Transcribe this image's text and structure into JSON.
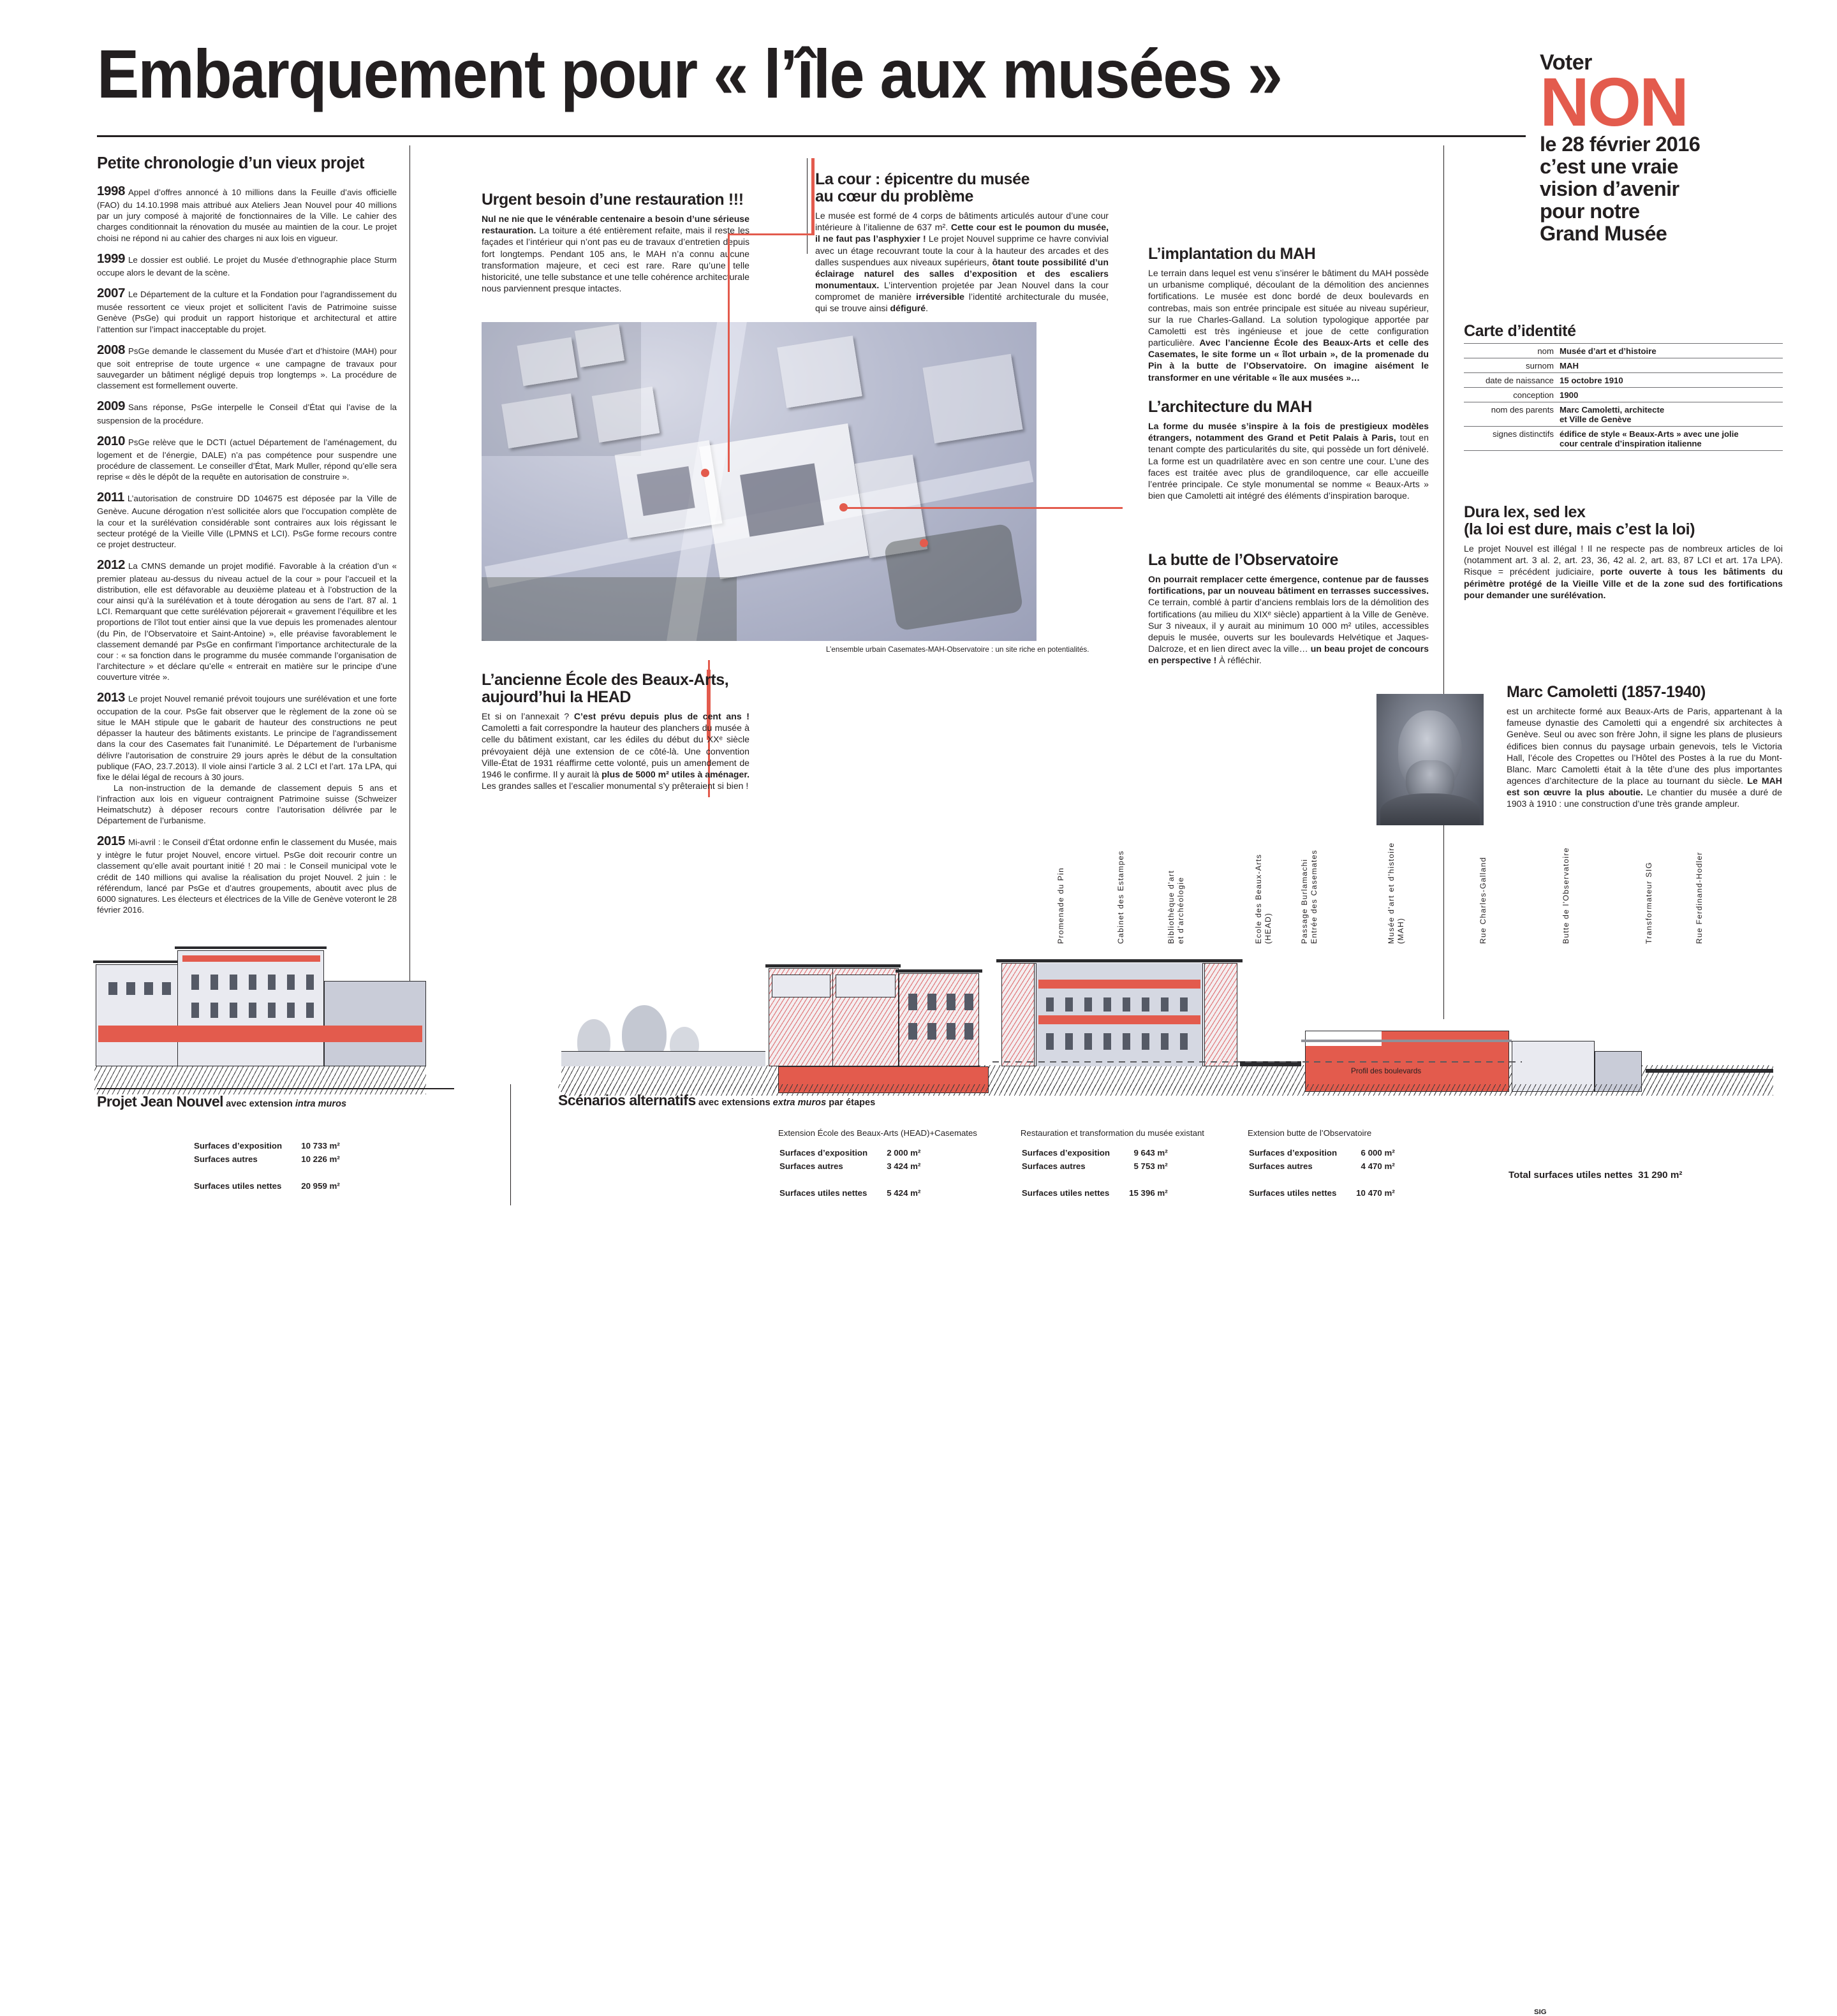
{
  "header": {
    "title": "Embarquement pour « l’île aux musées »",
    "vote_verb": "Voter",
    "vote_answer": "NON",
    "vote_tagline": "le 28 février 2016\nc’est une vraie\nvision d’avenir\npour notre\nGrand Musée",
    "accent_color": "#e35b4d"
  },
  "chronology": {
    "title": "Petite chronologie d’un vieux projet",
    "entries": [
      {
        "year": "1998",
        "text": "Appel d’offres annoncé à 10 millions dans la Feuille d’avis officielle (FAO) du 14.10.1998 mais attribué aux Ateliers Jean Nouvel pour 40 millions par un jury composé à majorité de fonctionnaires de la Ville. Le cahier des charges conditionnait la rénovation du musée au maintien de la cour. Le projet choisi ne répond ni au cahier des charges ni aux lois en vigueur."
      },
      {
        "year": "1999",
        "text": "Le dossier est oublié. Le projet du Musée d’ethnographie place Sturm occupe alors le devant de la scène."
      },
      {
        "year": "2007",
        "text": "Le Département de la culture et la Fondation pour l’agrandissement du musée ressortent ce vieux projet et sollicitent l’avis de Patrimoine suisse Genève (PsGe) qui produit un rapport historique et architectural et attire l’attention sur l’impact inacceptable du projet."
      },
      {
        "year": "2008",
        "text": "PsGe demande le classement du Musée d’art et d’histoire (MAH) pour que soit entreprise de toute urgence « une campagne de travaux pour sauvegarder un bâtiment négligé depuis trop longtemps ». La procédure de classement est formellement ouverte."
      },
      {
        "year": "2009",
        "text": "Sans réponse, PsGe interpelle le Conseil d’État qui l’avise de la suspension de la procédure."
      },
      {
        "year": "2010",
        "text": "PsGe relève que le DCTI (actuel Département de l’aménagement, du logement et de l’énergie, DALE) n’a pas compétence pour suspendre une procédure de classement. Le conseiller d’État, Mark Muller, répond qu’elle sera reprise « dès le dépôt de la requête en autorisation de construire »."
      },
      {
        "year": "2011",
        "text": "L’autorisation de construire DD 104675 est déposée par la Ville de Genève. Aucune dérogation n’est sollicitée alors que l’occupation complète de la cour et la surélévation considérable sont contraires aux lois régissant le secteur protégé de la Vieille Ville (LPMNS et LCI). PsGe forme recours contre ce projet destructeur."
      },
      {
        "year": "2012",
        "text": "La CMNS demande un projet modifié. Favorable à la création d’un « premier plateau au-dessus du niveau actuel de la cour » pour l’accueil et la distribution, elle est défavorable au deuxième plateau et à l’obstruction de la cour ainsi qu’à la surélévation et à toute dérogation au sens de l’art. 87 al. 1 LCI. Remarquant que cette surélévation péjorerait « gravement l’équilibre et les proportions de l’îlot tout entier ainsi que la vue depuis les promenades alentour (du Pin, de l’Observatoire et Saint-Antoine) », elle préavise favorablement le classement demandé par PsGe en confirmant l’importance architecturale de la cour : « sa fonction dans le programme du musée commande l’organisation de l’architecture » et déclare qu’elle « entrerait en matière sur le principe d’une couverture vitrée »."
      },
      {
        "year": "2013",
        "text": "Le projet Nouvel remanié prévoit toujours une surélévation et une forte occupation de la cour. PsGe fait observer que le règlement de la zone où se situe le MAH stipule que le gabarit de hauteur des constructions ne peut dépasser la hauteur des bâtiments existants. Le principe de l’agrandissement dans la cour des Casemates fait l’unanimité. Le Département de l’urbanisme délivre l’autorisation de construire 29 jours après le début de la consultation publique (FAO, 23.7.2013). Il viole ainsi l’article 3 al. 2 LCI et l’art. 17a LPA, qui fixe le délai légal de recours à 30 jours.",
        "text2": "La non-instruction de la demande de classement depuis 5 ans et l’infraction aux lois en vigueur contraignent Patrimoine suisse (Schweizer Heimatschutz) à déposer recours contre l’autorisation délivrée par le Département de l’urbanisme."
      },
      {
        "year": "2015",
        "text": "Mi-avril : le Conseil d’État ordonne enfin le classement du Musée, mais y intègre le futur projet Nouvel, encore virtuel. PsGe doit recourir contre un classement qu’elle avait pourtant initié ! 20 mai : le Conseil municipal vote le crédit de 140 millions qui avalise la réalisation du projet Nouvel. 2 juin : le référendum, lancé par PsGe et d’autres groupements, aboutit avec plus de 6000 signatures. Les électeurs et électrices de la Ville de Genève voteront le 28 février 2016."
      }
    ]
  },
  "sections": {
    "restauration": {
      "title": "Urgent besoin d’une restauration !!!",
      "lead": "Nul ne nie que le vénérable centenaire a besoin d’une sérieuse restauration.",
      "body": " La toiture a été entièrement refaite, mais il reste les façades et l’intérieur qui n’ont pas eu de travaux d’entretien depuis fort longtemps. Pendant 105 ans, le MAH n’a connu aucune transformation majeure, et ceci est rare. Rare qu’une telle historicité, une telle substance et une telle cohérence architecturale nous parviennent presque intactes."
    },
    "cour": {
      "title": "La cour : épicentre du musée\nau cœur du problème",
      "p1": "Le musée est formé de 4 corps de bâtiments articulés autour d’une cour intérieure à l’italienne de 637 m². ",
      "b1": "Cette cour est le poumon du musée, il ne faut pas l’asphyxier !",
      "p2": " Le projet Nouvel supprime ce havre convivial avec un étage recouvrant toute la cour à la hauteur des arcades et des dalles suspendues aux niveaux supérieurs, ",
      "b2": "ôtant toute possibilité d’un éclairage naturel des salles d’exposition et des escaliers monumentaux.",
      "p3": " L’intervention projetée par Jean Nouvel dans la cour compromet de manière ",
      "b3": "irréversible",
      "p4": " l’identité architecturale du musée, qui se trouve ainsi ",
      "b4": "défiguré",
      "p5": "."
    },
    "photo_caption": "L’ensemble urbain Casemates-MAH-Observatoire : un site riche en potentialités.",
    "head": {
      "title": "L’ancienne École des Beaux-Arts,\naujourd’hui la HEAD",
      "p1": "Et si on l’annexait ? ",
      "b1": "C’est prévu depuis plus de cent ans !",
      "p2": " Camoletti a fait correspondre la hauteur des planchers du musée à celle du bâtiment existant, car les édiles du début du XXᵉ siècle prévoyaient déjà une extension de ce côté-là. Une convention Ville-État de 1931 réaffirme cette volonté, puis un amendement de 1946 le confirme. Il y aurait là ",
      "b2": "plus de 5000 m² utiles à aménager.",
      "p3": " Les grandes salles et l’escalier monumental s’y prêteraient si bien !"
    },
    "implantation": {
      "title": "L’implantation du MAH",
      "p1": "Le terrain dans lequel est venu s’insérer le bâtiment du MAH possède un urbanisme compliqué, découlant de la démolition des anciennes fortifications. Le musée est donc bordé de deux boulevards en contrebas, mais son entrée principale est située au niveau supérieur, sur la rue Charles-Galland. La solution typologique apportée par Camoletti est très ingénieuse et joue de cette configuration particulière. ",
      "b1": "Avec l’ancienne École des Beaux-Arts et celle des Casemates, le site forme un « îlot urbain », de la promenade du Pin à la butte de l’Observatoire. On imagine aisément le transformer en une véritable « île aux musées »…"
    },
    "architecture": {
      "title": "L’architecture du MAH",
      "b1": "La forme du musée s’inspire à la fois de prestigieux modèles étrangers, notamment des Grand et Petit Palais à Paris,",
      "p1": " tout en tenant compte des particularités du site, qui possède un fort dénivelé. La forme est un quadrilatère avec en son centre une cour. L’une des faces est traitée avec plus de grandiloquence, car elle accueille l’entrée principale. Ce style monumental se nomme « Beaux-Arts » bien que Camoletti ait intégré des éléments d’inspiration baroque."
    },
    "butte": {
      "title": "La butte de l’Observatoire",
      "b1": "On pourrait remplacer cette émergence, contenue par de fausses fortifications, par un nouveau bâtiment en terrasses successives.",
      "p1": " Ce terrain, comblé à partir d’anciens remblais lors de la démolition des fortifications (au milieu du XIXᵉ siècle) appartient à la Ville de Genève. Sur 3 niveaux, il y aurait au minimum 10 000 m² utiles, accessibles depuis le musée, ouverts sur les boulevards Helvétique et Jaques-Dalcroze, et en lien direct avec la ville… ",
      "b2": "un beau projet de concours en perspective !",
      "p2": " À réfléchir."
    },
    "dura": {
      "title": "Dura lex, sed lex\n(la loi est dure, mais c’est la loi)",
      "p1": "Le projet Nouvel est illégal ! Il ne respecte pas de nombreux articles de loi (notamment art. 3 al. 2, art. 23, 36, 42 al. 2, art. 83, 87 LCI et art. 17a LPA). Risque = précédent judiciaire, ",
      "b1": "porte ouverte à tous les bâtiments du périmètre protégé de la Vieille Ville et de la zone sud des fortifications pour demander une surélévation."
    },
    "camoletti": {
      "title": "Marc Camoletti (1857-1940)",
      "p1": "est un architecte formé aux Beaux-Arts de Paris, appartenant à la fameuse dynastie des Camoletti qui a engendré six architectes à Genève. Seul ou avec son frère John, il signe les plans de plusieurs édifices bien connus du paysage urbain genevois, tels le Victoria Hall, l’école des Cropettes ou l’Hôtel des Postes à la rue du Mont-Blanc. Marc Camoletti était à la tête d’une des plus importantes agences d’architecture de la place au tournant du siècle. ",
      "b1": "Le MAH est son œuvre la plus aboutie.",
      "p2": " Le chantier du musée a duré de 1903 à 1910 : une construction d’une très grande ampleur."
    }
  },
  "carte_identite": {
    "title": "Carte d’identité",
    "rows": [
      {
        "key": "nom",
        "value": "Musée d’art et d’histoire"
      },
      {
        "key": "surnom",
        "value": "MAH"
      },
      {
        "key": "date de naissance",
        "value": "15 octobre 1910"
      },
      {
        "key": "conception",
        "value": "1900"
      },
      {
        "key": "nom des parents",
        "value": "Marc Camoletti, architecte\net Ville de Genève"
      },
      {
        "key": "signes distinctifs",
        "value": "édifice de style « Beaux-Arts » avec une jolie\ncour centrale d’inspiration italienne"
      }
    ]
  },
  "section_labels": [
    "Promenade du Pin",
    "Cabinet des Estampes",
    "Bibliothèque d’art\net d’archéologie",
    "Ecole des Beaux-Arts\n(HEAD)",
    "Passage Burlamachi\nEntrée des Casemates",
    "Musée d’art et d’histoire\n(MAH)",
    "Rue Charles-Galland",
    "Butte de l’Observatoire",
    "Transformateur SIG",
    "Rue Ferdinand-Hodler"
  ],
  "drawing_annotations": {
    "profil": "Profil des boulevards",
    "sig": "SIG"
  },
  "tables": {
    "nouvel": {
      "title": "Projet Jean Nouvel",
      "subtitle_pre": " avec extension ",
      "subtitle_em": "intra muros",
      "rows": [
        {
          "label": "Surfaces d’exposition",
          "value": "10 733 m²"
        },
        {
          "label": "Surfaces autres",
          "value": "10 226 m²"
        }
      ],
      "total_label": "Surfaces utiles nettes",
      "total_value": "20 959 m²"
    },
    "alternatifs": {
      "title": "Scénarios alternatifs",
      "subtitle_pre": " avec extensions ",
      "subtitle_em": "extra muros",
      "subtitle_post": " par étapes",
      "scenarios": [
        {
          "head": "Extension École des Beaux-Arts (HEAD)+Casemates",
          "rows": [
            {
              "label": "Surfaces d’exposition",
              "value": "2 000 m²"
            },
            {
              "label": "Surfaces autres",
              "value": "3 424 m²"
            }
          ],
          "total_label": "Surfaces utiles nettes",
          "total_value": "5 424 m²"
        },
        {
          "head": "Restauration et transformation du musée existant",
          "rows": [
            {
              "label": "Surfaces d’exposition",
              "value": "9 643 m²"
            },
            {
              "label": "Surfaces autres",
              "value": "5 753 m²"
            }
          ],
          "total_label": "Surfaces utiles nettes",
          "total_value": "15 396 m²"
        },
        {
          "head": "Extension butte de l’Observatoire",
          "rows": [
            {
              "label": "Surfaces d’exposition",
              "value": "6 000 m²"
            },
            {
              "label": "Surfaces autres",
              "value": "4 470 m²"
            }
          ],
          "total_label": "Surfaces utiles nettes",
          "total_value": "10 470 m²"
        }
      ],
      "grand_total_label": "Total surfaces utiles nettes",
      "grand_total_value": "31 290 m²"
    }
  }
}
